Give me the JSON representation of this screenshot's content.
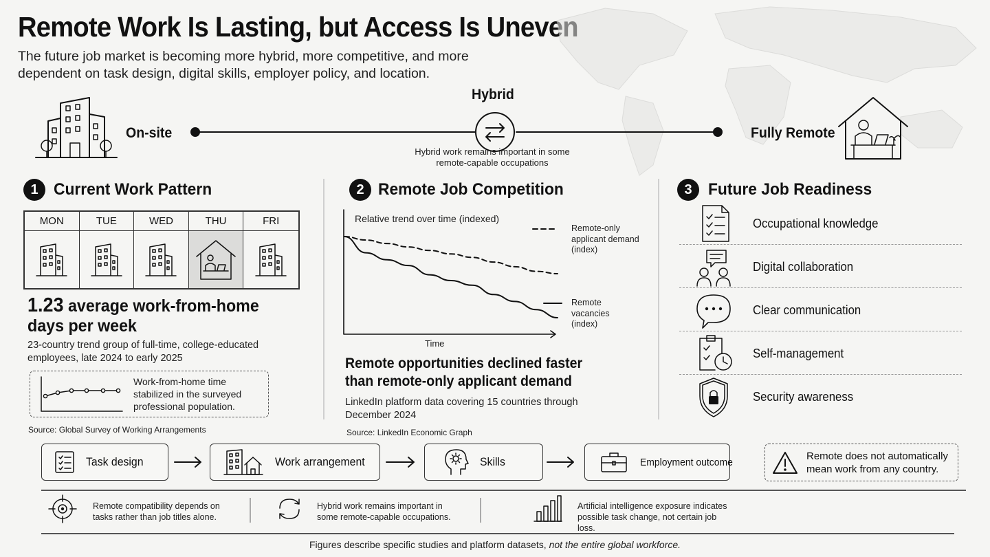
{
  "header": {
    "title": "Remote Work Is Lasting, but Access Is Uneven",
    "subtitle": "The future job market is becoming more hybrid, more competitive, and more dependent on task design, digital skills, employer policy, and location."
  },
  "spectrum": {
    "left_label": "On-site",
    "center_label": "Hybrid",
    "right_label": "Fully Remote",
    "note": "Hybrid work remains important in some remote-capable occupations"
  },
  "section1": {
    "number": "1",
    "heading": "Current Work Pattern",
    "days": [
      "MON",
      "TUE",
      "WED",
      "THU",
      "FRI"
    ],
    "home_day": "THU",
    "stat_value": "1.23",
    "stat_text": " average work-from-home days per week",
    "description": "23-country trend group of full-time, college-educated employees, late 2024 to early 2025",
    "trend_note": "Work-from-home time stabilized in the surveyed professional population.",
    "source": "Source: Global Survey of Working Arrangements"
  },
  "section2": {
    "number": "2",
    "heading": "Remote Job Competition",
    "caption": "Relative trend over time (indexed)",
    "x_label": "Time",
    "legend_dashed": "Remote-only applicant demand (index)",
    "legend_solid": "Remote vacancies (index)",
    "headline": "Remote opportunities declined faster than remote-only applicant demand",
    "description": "LinkedIn platform data covering 15 countries through December 2024",
    "source": "Source: LinkedIn Economic Graph"
  },
  "chart_data": {
    "type": "line",
    "title": "Relative trend over time (indexed)",
    "xlabel": "Time",
    "ylabel": "",
    "x": [
      0,
      1,
      2,
      3,
      4,
      5,
      6,
      7,
      8,
      9,
      10
    ],
    "ylim": [
      0,
      100
    ],
    "series": [
      {
        "name": "Remote-only applicant demand (index)",
        "style": "dashed",
        "values": [
          100,
          97,
          94,
          91,
          88,
          85,
          82,
          78,
          74,
          70,
          68
        ]
      },
      {
        "name": "Remote vacancies (index)",
        "style": "solid",
        "values": [
          100,
          86,
          80,
          75,
          67,
          62,
          58,
          50,
          44,
          37,
          30
        ]
      }
    ]
  },
  "section3": {
    "number": "3",
    "heading": "Future Job Readiness",
    "items": [
      {
        "label": "Occupational knowledge",
        "icon": "checklist-document-icon"
      },
      {
        "label": "Digital collaboration",
        "icon": "two-people-chat-icon"
      },
      {
        "label": "Clear communication",
        "icon": "speech-bubble-icon"
      },
      {
        "label": "Self-management",
        "icon": "clipboard-clock-icon"
      },
      {
        "label": "Security awareness",
        "icon": "shield-lock-icon"
      }
    ]
  },
  "flow": {
    "steps": [
      "Task design",
      "Work arrangement",
      "Skills",
      "Employment outcome"
    ],
    "warning": "Remote does not automatically mean work from any country."
  },
  "notes": [
    {
      "icon": "target-icon",
      "text": "Remote compatibility depends on tasks rather than job titles alone."
    },
    {
      "icon": "refresh-arrows-icon",
      "text": "Hybrid work remains important in some remote-capable occupations."
    },
    {
      "icon": "bar-chart-icon",
      "text": "Artificial intelligence exposure indicates possible task change, not certain job loss."
    }
  ],
  "footer": {
    "text": "Figures describe specific studies and platform datasets, ",
    "emphasis": "not the entire global workforce."
  }
}
